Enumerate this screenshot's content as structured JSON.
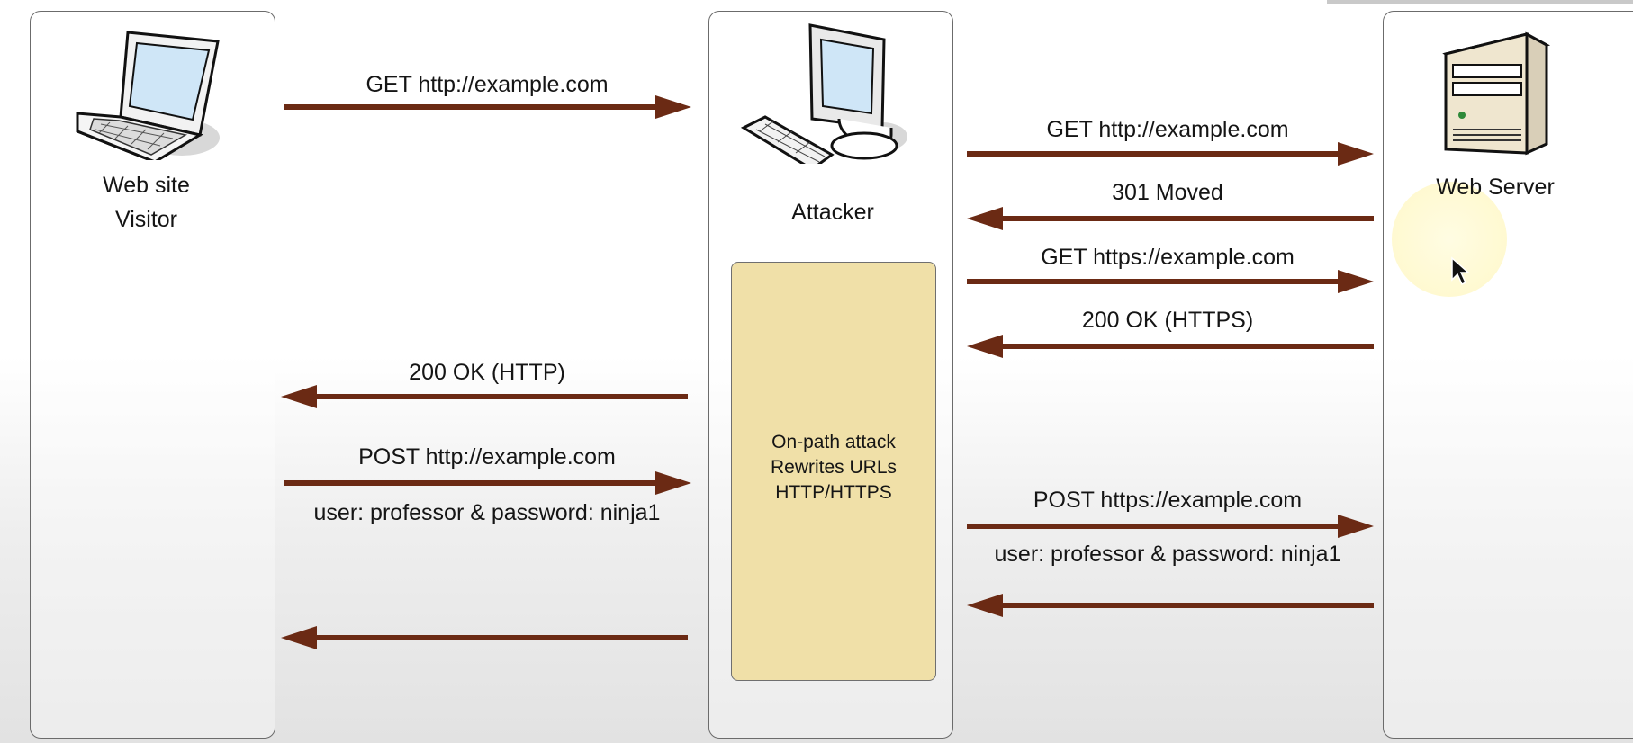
{
  "participants": {
    "visitor_line1": "Web site",
    "visitor_line2": "Visitor",
    "attacker": "Attacker",
    "server": "Web Server"
  },
  "messages": {
    "m1": "GET http://example.com",
    "m2": "GET http://example.com",
    "m3": "301 Moved",
    "m4": "GET https://example.com",
    "m5": "200 OK (HTTPS)",
    "m6": "200 OK (HTTP)",
    "m7": "POST http://example.com",
    "m7_sub": "user: professor & password: ninja1",
    "m8": "POST https://example.com",
    "m8_sub": "user: professor & password: ninja1"
  },
  "attack_box": {
    "line1": "On-path attack",
    "line2": "Rewrites URLs",
    "line3": "HTTP/HTTPS"
  },
  "colors": {
    "arrow": "#6b2a14",
    "attack_box_fill": "#f0e0a8",
    "lane_border": "#6b6b6b"
  },
  "icons": {
    "visitor": "laptop-icon",
    "attacker": "desktop-computer-icon",
    "server": "server-tower-icon",
    "pointer": "mouse-cursor-icon"
  }
}
